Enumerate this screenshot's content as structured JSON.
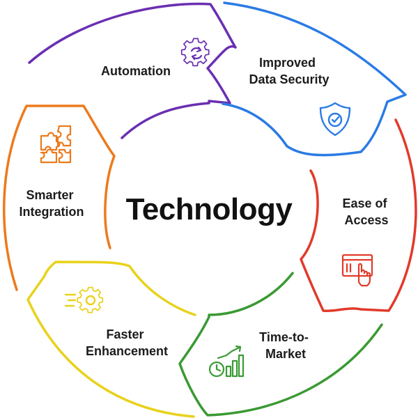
{
  "center": {
    "title": "Technology"
  },
  "segments": [
    {
      "id": "automation",
      "label_lines": [
        "Automation"
      ],
      "icon": "gear-refresh-icon",
      "color": "#6a2fb2"
    },
    {
      "id": "improved-data-security",
      "label_lines": [
        "Improved",
        "Data Security"
      ],
      "icon": "shield-check-icon",
      "color": "#2a7be4"
    },
    {
      "id": "ease-of-access",
      "label_lines": [
        "Ease of",
        "Access"
      ],
      "icon": "screen-click-icon",
      "color": "#e23a2a"
    },
    {
      "id": "time-to-market",
      "label_lines": [
        "Time-to-",
        "Market"
      ],
      "icon": "growth-chart-clock-icon",
      "color": "#3a9a33"
    },
    {
      "id": "faster-enhancement",
      "label_lines": [
        "Faster",
        "Enhancement"
      ],
      "icon": "fast-gear-icon",
      "color": "#e8d21c"
    },
    {
      "id": "smarter-integration",
      "label_lines": [
        "Smarter",
        "Integration"
      ],
      "icon": "puzzle-icon",
      "color": "#ec7a1d"
    }
  ]
}
